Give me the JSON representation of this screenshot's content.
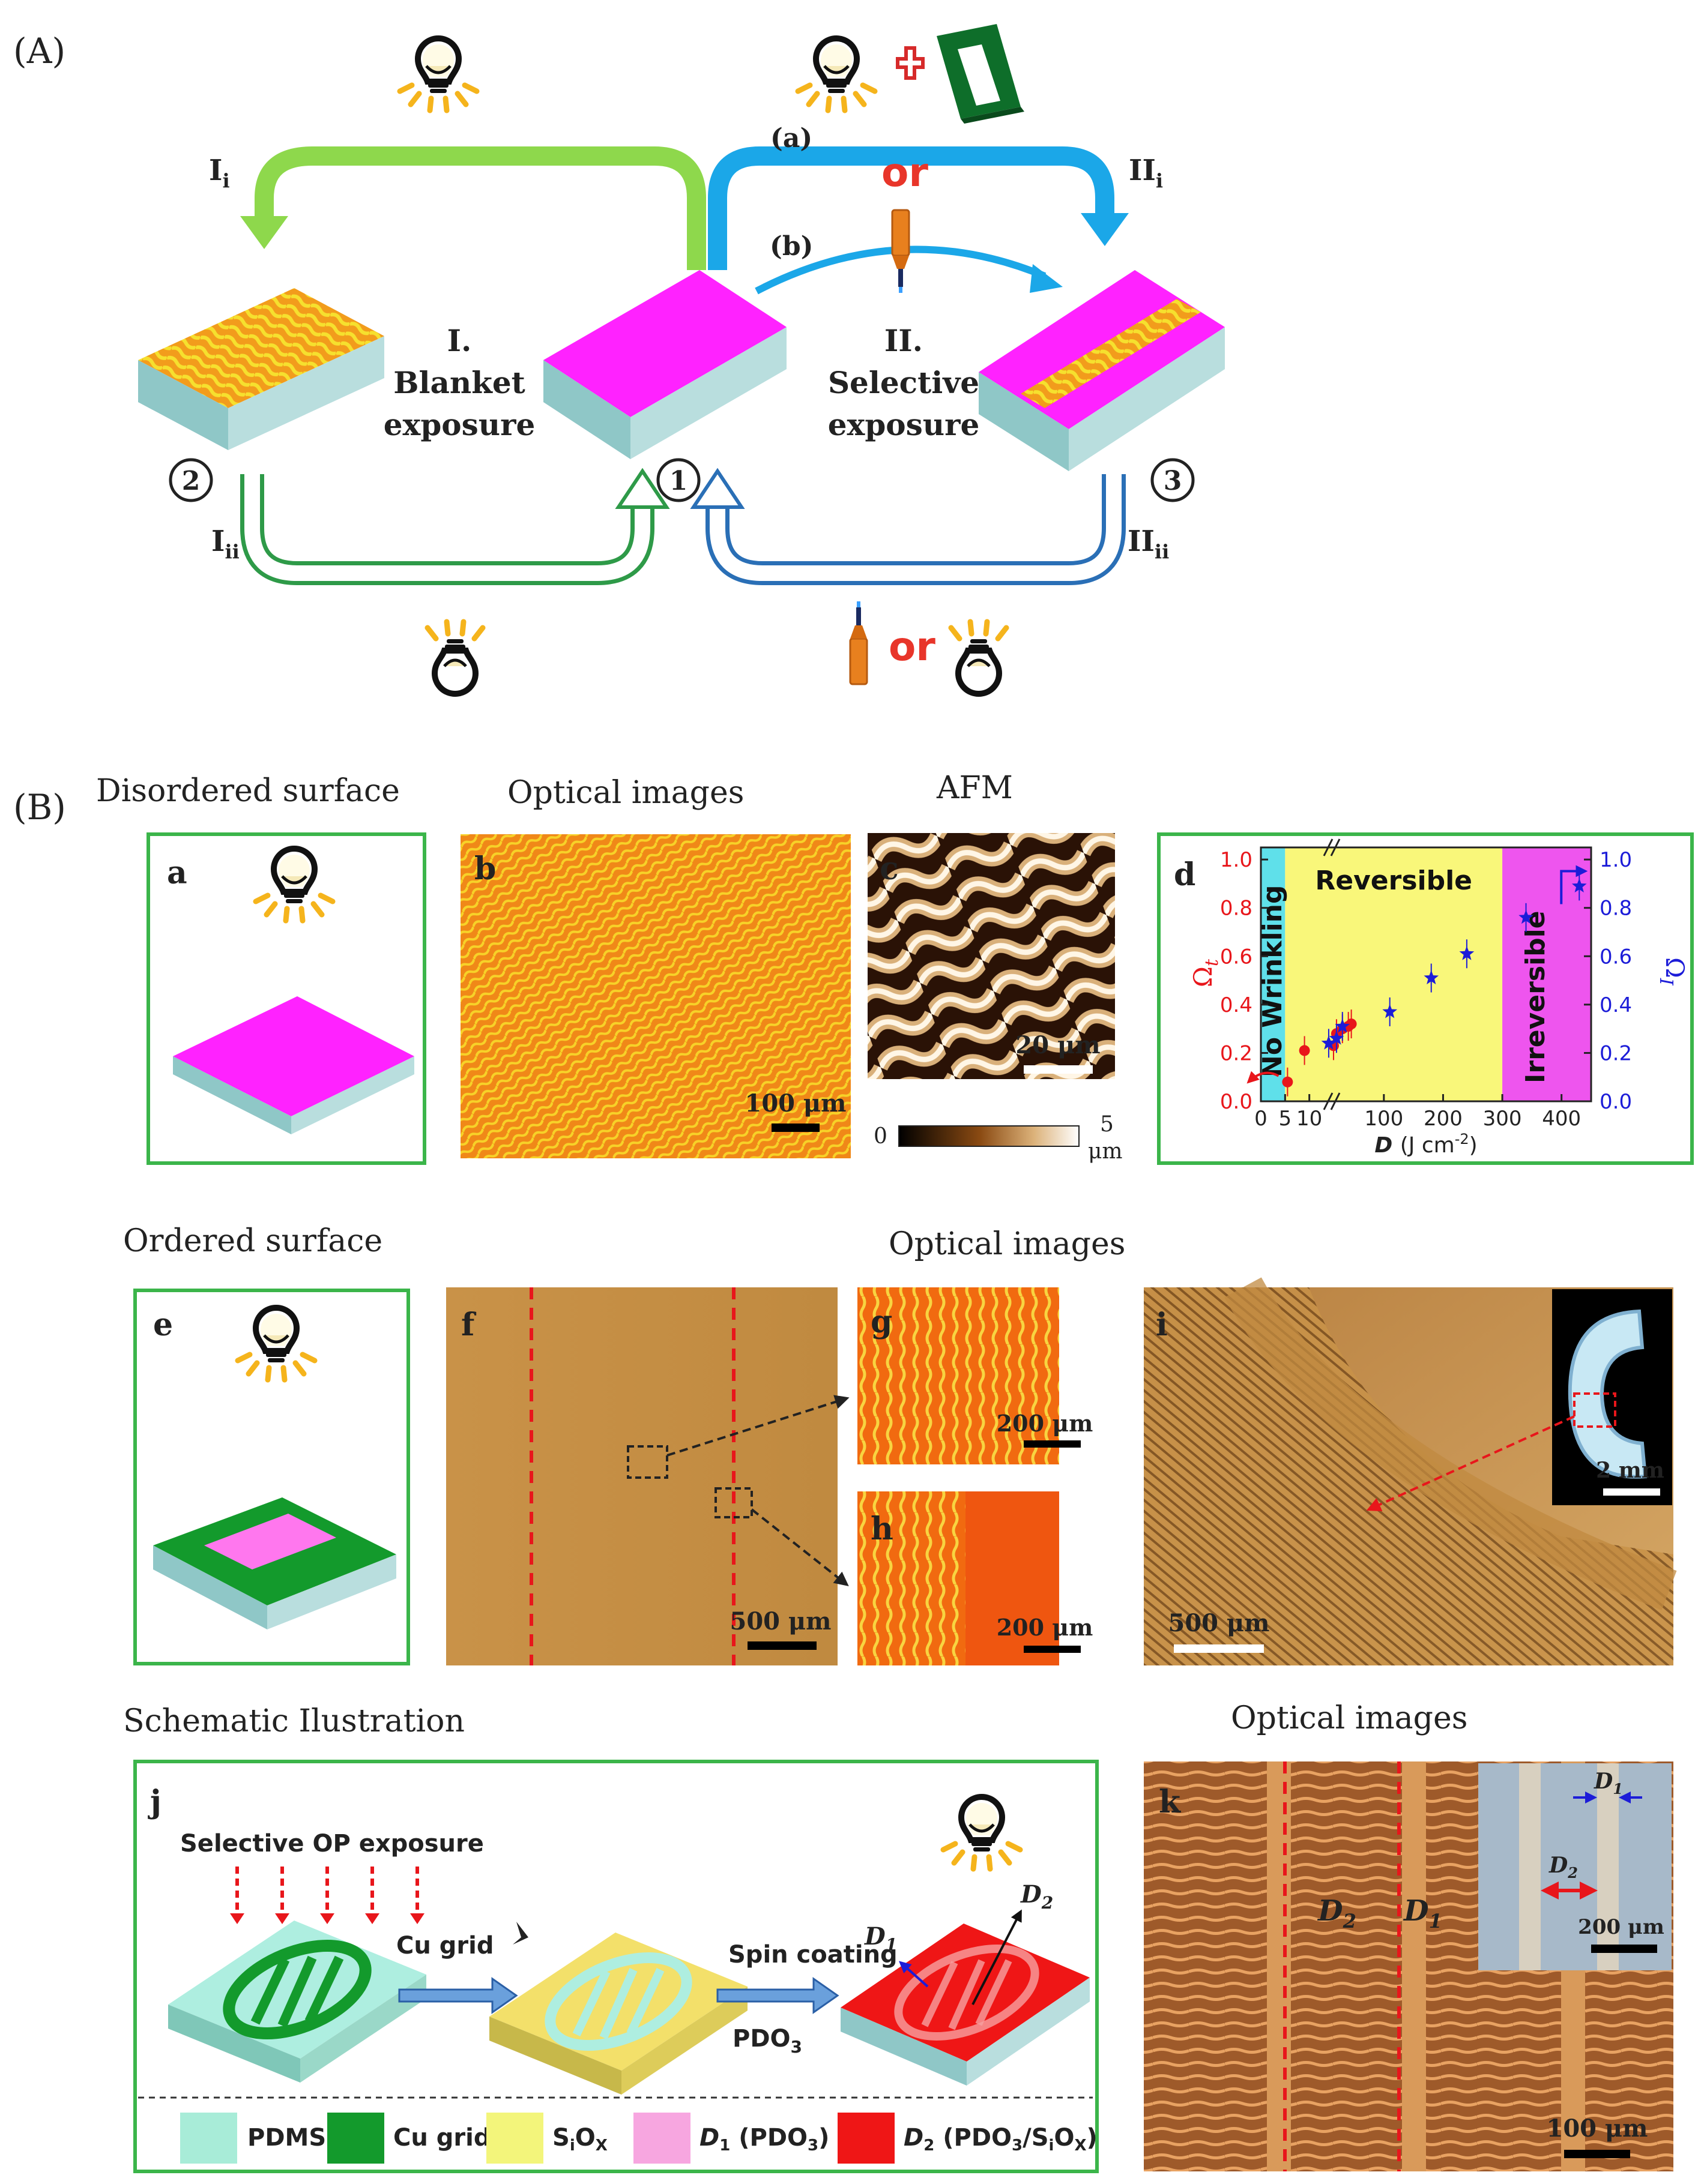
{
  "section_labels": {
    "A": "(A)",
    "B": "(B)"
  },
  "partA": {
    "arrow_Ii": "I",
    "arrow_Ii_sub": "i",
    "arrow_IIi": "II",
    "arrow_IIi_sub": "i",
    "arrow_Iii": "I",
    "arrow_Iii_sub": "ii",
    "arrow_IIii": "II",
    "arrow_IIii_sub": "ii",
    "route_a": "(a)",
    "route_b": "(b)",
    "or_top": "or",
    "or_bottom": "or",
    "blanket_line1": "I.",
    "blanket_line2": "Blanket",
    "blanket_line3": "exposure",
    "selective_line1": "II.",
    "selective_line2": "Selective",
    "selective_line3": "exposure",
    "state1": "1",
    "state2": "2",
    "state3": "3"
  },
  "headers": {
    "disordered": "Disordered surface",
    "optical1": "Optical images",
    "afm": "AFM",
    "ordered": "Ordered surface",
    "optical2": "Optical images",
    "schematic": "Schematic Ilustration",
    "optical3": "Optical images"
  },
  "panel_letters": {
    "a": "a",
    "b": "b",
    "c": "c",
    "d": "d",
    "e": "e",
    "f": "f",
    "g": "g",
    "h": "h",
    "i": "i",
    "j": "j",
    "k": "k"
  },
  "scalebars": {
    "b": "100 μm",
    "c": "20 μm",
    "f": "500 μm",
    "g": "200 μm",
    "h": "200 μm",
    "i": "500 μm",
    "i_inset": "2 mm",
    "k": "100 μm",
    "k_inset": "200 μm"
  },
  "colorbar": {
    "min": "0",
    "max": "5",
    "unit": "μm"
  },
  "chart_data": {
    "type": "scatter",
    "xlabel": "D",
    "xlabel_unit": "(J cm",
    "xlabel_exp": "-2",
    "ylabel_left": "Ω",
    "ylabel_left_sub": "t",
    "ylabel_right": "Ω",
    "ylabel_right_sub": "I",
    "ylim": [
      0,
      1.05
    ],
    "x_axis_broken": true,
    "x_ticks": [
      "0",
      "5",
      "10",
      "100",
      "200",
      "300",
      "400"
    ],
    "y_ticks_left": [
      "0.0",
      "0.2",
      "0.4",
      "0.6",
      "0.8",
      "1.0"
    ],
    "y_ticks_right": [
      "0.0",
      "0.2",
      "0.4",
      "0.6",
      "0.8",
      "1.0"
    ],
    "regions": [
      {
        "label": "No Wrinkling",
        "from": 0,
        "to": 5,
        "color": "#5fe0ea"
      },
      {
        "label": "Reversible",
        "from": 5,
        "to": 300,
        "color": "#f9f77a"
      },
      {
        "label": "Irreversible",
        "from": 300,
        "to": 450,
        "color": "#ee55ee"
      }
    ],
    "series": [
      {
        "color": "#e8161b",
        "marker": "circle",
        "points": [
          {
            "x": 5.5,
            "y": 0.08
          },
          {
            "x": 9,
            "y": 0.21
          },
          {
            "x": 15,
            "y": 0.23
          },
          {
            "x": 20,
            "y": 0.28
          },
          {
            "x": 30,
            "y": 0.3
          },
          {
            "x": 40,
            "y": 0.31
          },
          {
            "x": 45,
            "y": 0.32
          }
        ]
      },
      {
        "color": "#1c1cd8",
        "marker": "star",
        "points": [
          {
            "x": 14,
            "y": 0.24
          },
          {
            "x": 20,
            "y": 0.26
          },
          {
            "x": 30,
            "y": 0.31
          },
          {
            "x": 110,
            "y": 0.37
          },
          {
            "x": 180,
            "y": 0.51
          },
          {
            "x": 240,
            "y": 0.61
          },
          {
            "x": 340,
            "y": 0.76
          },
          {
            "x": 430,
            "y": 0.89
          }
        ]
      }
    ]
  },
  "panel_j": {
    "exposure_label": "Selective OP exposure",
    "step1": "Cu grid",
    "step2": "Spin coating",
    "step2_sub": "PDO",
    "step2_sub_idx": "3",
    "d1": "D",
    "d1_sub": "1",
    "d2": "D",
    "d2_sub": "2",
    "legend": [
      {
        "label": "PDMS",
        "color": "#a8ecd8"
      },
      {
        "label": "Cu grid",
        "color": "#139a2c"
      },
      {
        "label": "SiOx",
        "color": "#f3f57b"
      },
      {
        "label": "D1 (PDO3)",
        "color": "#f7a6e0"
      },
      {
        "label": "D2 (PDO3/SiOx)",
        "color": "#ef1616"
      }
    ],
    "legend_siox_main": "S",
    "legend_siox_i": "i",
    "legend_siox_o": "O",
    "legend_siox_x": "X",
    "legend_d1": "D",
    "legend_d1_sub": "1",
    "legend_d1_rest": " (PDO",
    "legend_d1_idx": "3",
    "legend_d1_close": ")",
    "legend_d2": "D",
    "legend_d2_sub": "2",
    "legend_d2_rest": " (PDO",
    "legend_d2_idx": "3",
    "legend_d2_mid": "/S",
    "legend_d2_i": "i",
    "legend_d2_o": "O",
    "legend_d2_x": "X",
    "legend_d2_close": ")"
  },
  "panel_k": {
    "d1": "D",
    "d1_sub": "1",
    "d2": "D",
    "d2_sub": "2",
    "inset_d1": "D",
    "inset_d1_sub": "1",
    "inset_d2": "D",
    "inset_d2_sub": "2"
  },
  "colors": {
    "magenta": "#ff22ff",
    "slab_side": "#a3d2d2",
    "green_arrow": "#8ed84c",
    "blue_arrow": "#1ba7e8",
    "or_red": "#e8352a",
    "wrinkle_orange": "#f0a020",
    "frame_green": "#3bb54a"
  }
}
